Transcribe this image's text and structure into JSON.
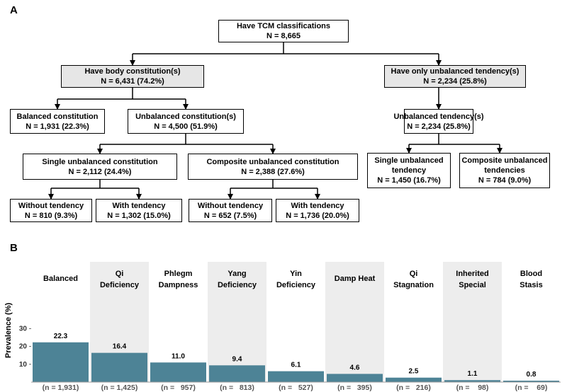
{
  "panels": {
    "a": "A",
    "b": "B"
  },
  "tree": {
    "root": {
      "title": "Have TCM classifications",
      "value": "N = 8,665"
    },
    "have_body": {
      "title": "Have body constitution(s)",
      "value": "N = 6,431 (74.2%)"
    },
    "only_unbalanced": {
      "title": "Have only unbalanced tendency(s)",
      "value": "N = 2,234 (25.8%)"
    },
    "balanced": {
      "title": "Balanced constitution",
      "value": "N = 1,931 (22.3%)"
    },
    "unbalanced": {
      "title": "Unbalanced constitution(s)",
      "value": "N = 4,500 (51.9%)"
    },
    "unbalanced_tendency": {
      "title": "Unbalanced tendency(s)",
      "value": "N = 2,234 (25.8%)"
    },
    "single_constitution": {
      "title": "Single unbalanced constitution",
      "value": "N = 2,112 (24.4%)"
    },
    "composite_constitution": {
      "title": "Composite unbalanced constitution",
      "value": "N = 2,388 (27.6%)"
    },
    "single_tendency": {
      "title1": "Single unbalanced",
      "title2": "tendency",
      "value": "N = 1,450 (16.7%)"
    },
    "composite_tendency": {
      "title1": "Composite unbalanced",
      "title2": "tendencies",
      "value": "N = 784 (9.0%)"
    },
    "s_without": {
      "title": "Without tendency",
      "value": "N = 810 (9.3%)"
    },
    "s_with": {
      "title": "With tendency",
      "value": "N = 1,302 (15.0%)"
    },
    "c_without": {
      "title": "Without tendency",
      "value": "N = 652 (7.5%)"
    },
    "c_with": {
      "title": "With tendency",
      "value": "N = 1,736 (20.0%)"
    }
  },
  "chart_data": {
    "type": "bar",
    "ylabel": "Prevalence (%)",
    "ylim": [
      0,
      36
    ],
    "yticks": [
      10,
      20,
      30
    ],
    "bar_color": "#4d8396",
    "band_color": "#ededed",
    "categories": [
      [
        "Balanced"
      ],
      [
        "Qi",
        "Deficiency"
      ],
      [
        "Phlegm",
        "Dampness"
      ],
      [
        "Yang",
        "Deficiency"
      ],
      [
        "Yin",
        "Deficiency"
      ],
      [
        "Damp Heat"
      ],
      [
        "Qi",
        "Stagnation"
      ],
      [
        "Inherited",
        "Special"
      ],
      [
        "Blood",
        "Stasis"
      ]
    ],
    "values": [
      22.3,
      16.4,
      11.0,
      9.4,
      6.1,
      4.6,
      2.5,
      1.1,
      0.8
    ],
    "value_labels": [
      "22.3",
      "16.4",
      "11.0",
      "9.4",
      "6.1",
      "4.6",
      "2.5",
      "1.1",
      "0.8"
    ],
    "n_labels": [
      "(n = 1,931)",
      "(n = 1,425)",
      "(n =   957)",
      "(n =   813)",
      "(n =   527)",
      "(n =   395)",
      "(n =   216)",
      "(n =    98)",
      "(n =    69)"
    ]
  }
}
